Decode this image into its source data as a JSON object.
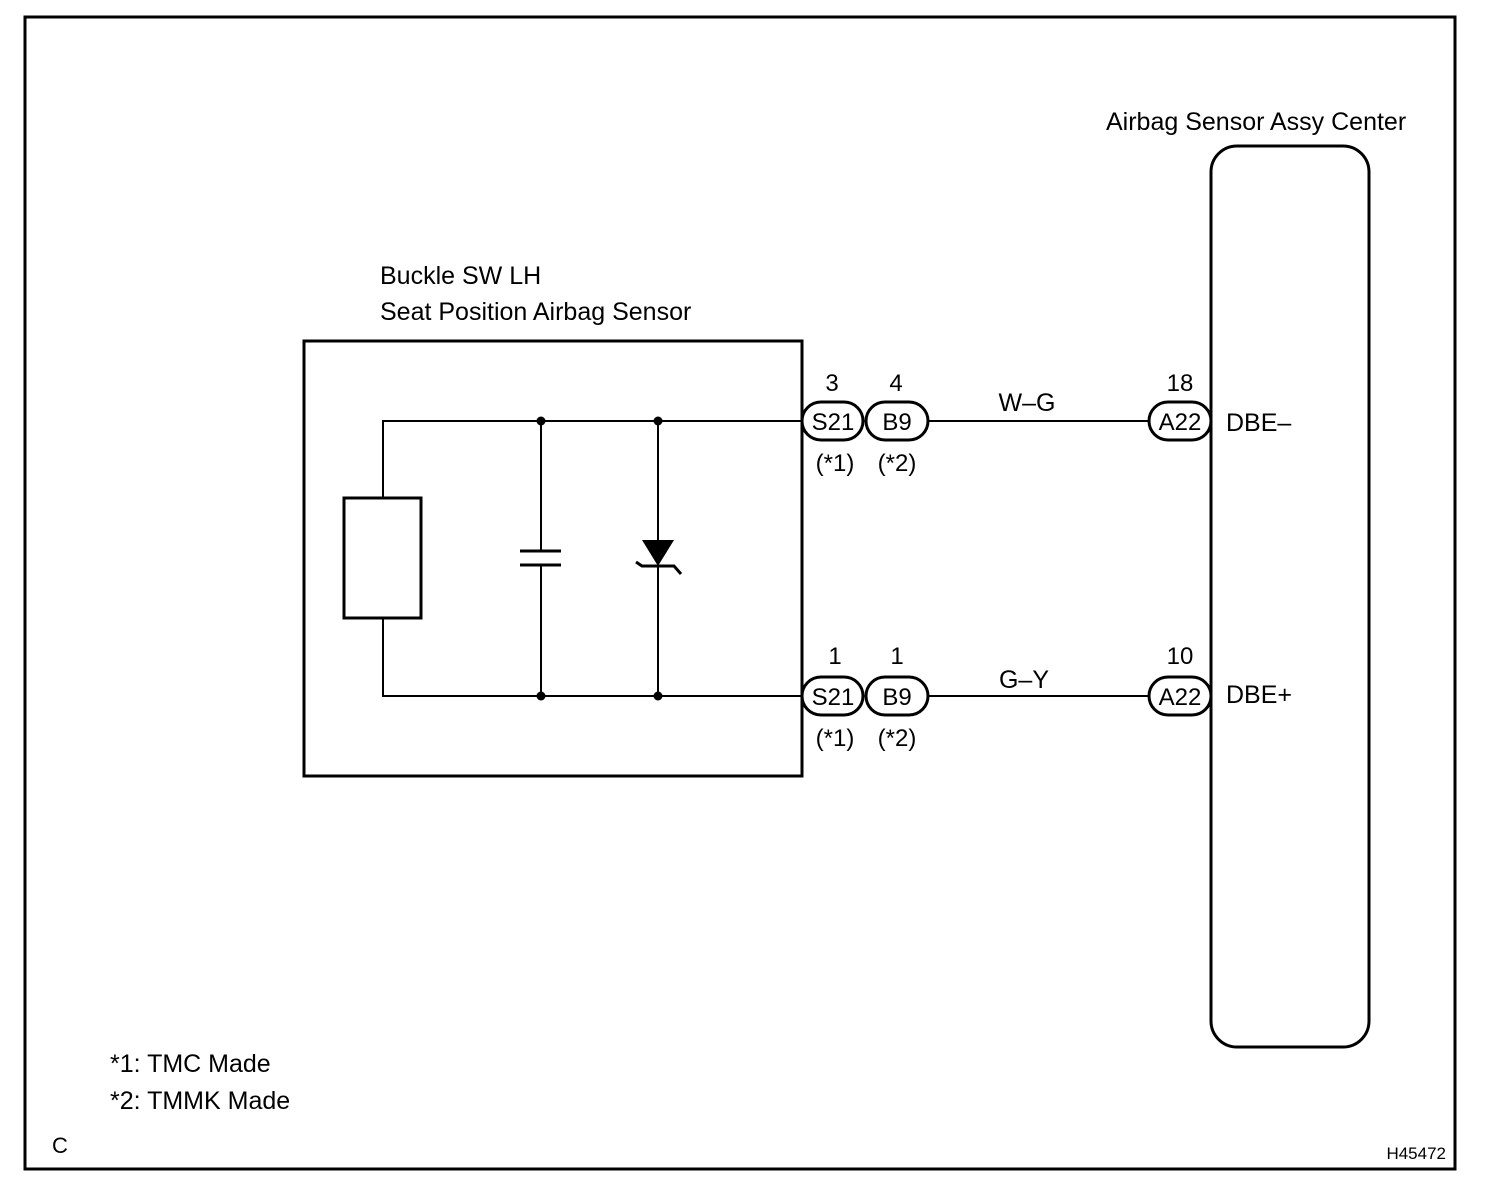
{
  "sensor": {
    "title_line1": "Buckle SW LH",
    "title_line2": "Seat Position Airbag Sensor"
  },
  "ecu": {
    "title": "Airbag Sensor Assy Center"
  },
  "connectors": {
    "top_s21_pin": "3",
    "top_b9_pin": "4",
    "bottom_s21_pin": "1",
    "bottom_b9_pin": "1",
    "s21": "S21",
    "b9": "B9",
    "a22": "A22",
    "note1": "(*1)",
    "note2": "(*2)",
    "top_a22_pin": "18",
    "bottom_a22_pin": "10"
  },
  "wires": {
    "top_color": "W–G",
    "bottom_color": "G–Y"
  },
  "terminals": {
    "top": "DBE–",
    "bottom": "DBE+"
  },
  "legend": {
    "note1": "*1: TMC Made",
    "note2": "*2: TMMK Made"
  },
  "corner_letter": "C",
  "figure_id": "H45472"
}
